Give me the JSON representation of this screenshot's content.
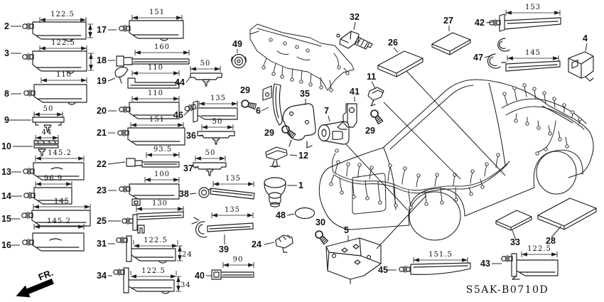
{
  "diagram": {
    "code": "S5AK-B0710D",
    "fr_label": "FR.",
    "line_color": "#1c1c1c",
    "bg_color": "#ffffff"
  },
  "parts": {
    "p1": {
      "label": "1"
    },
    "p2": {
      "label": "2",
      "dim": "122.5"
    },
    "p3": {
      "label": "3",
      "dim": "122.5"
    },
    "p4": {
      "label": "4"
    },
    "p5": {
      "label": "5"
    },
    "p6": {
      "label": "6"
    },
    "p7": {
      "label": "7"
    },
    "p8": {
      "label": "8",
      "dim": "110"
    },
    "p9": {
      "label": "9",
      "dim": "50"
    },
    "p10": {
      "label": "10",
      "dim": "44"
    },
    "p11": {
      "label": "11"
    },
    "p12": {
      "label": "12"
    },
    "p13": {
      "label": "13",
      "dim": "145.2"
    },
    "p14": {
      "label": "14",
      "dim": "96.9"
    },
    "p15": {
      "label": "15",
      "dim": "145"
    },
    "p16": {
      "label": "16",
      "dim": "145.2"
    },
    "p17": {
      "label": "17",
      "dim": "151"
    },
    "p18": {
      "label": "18",
      "dim": "160"
    },
    "p19": {
      "label": "19",
      "dim": "110"
    },
    "p20": {
      "label": "20",
      "dim": "110"
    },
    "p21": {
      "label": "21",
      "dim": "151"
    },
    "p22": {
      "label": "22",
      "dim": "93.5"
    },
    "p23": {
      "label": "23",
      "dim": "100"
    },
    "p24": {
      "label": "24"
    },
    "p25": {
      "label": "25",
      "dim": "130"
    },
    "p26": {
      "label": "26"
    },
    "p27": {
      "label": "27"
    },
    "p28": {
      "label": "28"
    },
    "p29": {
      "label": "29"
    },
    "p30": {
      "label": "30"
    },
    "p31": {
      "label": "31",
      "dim": "122.5",
      "dim2": "24"
    },
    "p32": {
      "label": "32"
    },
    "p33": {
      "label": "33"
    },
    "p34": {
      "label": "34",
      "dim": "122.5",
      "dim2": "34"
    },
    "p35": {
      "label": "35"
    },
    "p36": {
      "label": "36",
      "dim": "50"
    },
    "p37": {
      "label": "37",
      "dim": "50"
    },
    "p38": {
      "label": "38",
      "dim": "135"
    },
    "p39": {
      "label": "39",
      "dim": "135"
    },
    "p40": {
      "label": "40",
      "dim": "90"
    },
    "p41": {
      "label": "41"
    },
    "p42": {
      "label": "42",
      "dim": "153"
    },
    "p43": {
      "label": "43",
      "dim": "122.5"
    },
    "p44": {
      "label": "44",
      "dim": "50"
    },
    "p45": {
      "label": "45",
      "dim": "151.5"
    },
    "p46": {
      "label": "46",
      "dim": "135"
    },
    "p47": {
      "label": "47",
      "dim": "145"
    },
    "p48": {
      "label": "48"
    },
    "p49": {
      "label": "49"
    }
  }
}
